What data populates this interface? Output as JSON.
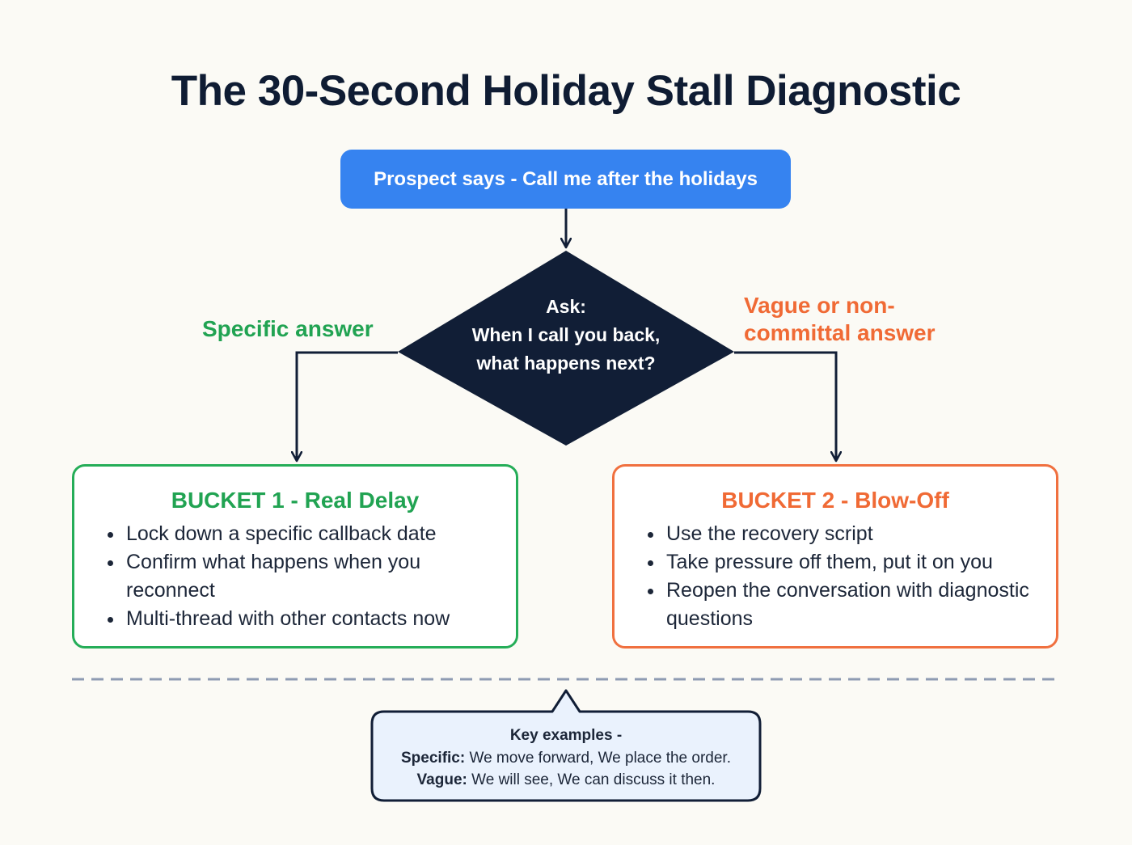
{
  "title": "The 30-Second Holiday Stall Diagnostic",
  "start": {
    "label": "Prospect says - Call me after the holidays"
  },
  "decision": {
    "prompt": "Ask:",
    "question": "When I call you back, what happens next?"
  },
  "branches": {
    "left_label": "Specific answer",
    "right_label": "Vague or non-committal answer"
  },
  "buckets": [
    {
      "title": "BUCKET 1 - Real Delay",
      "items": [
        "Lock down a specific callback date",
        "Confirm what happens when you reconnect",
        "Multi-thread with other contacts now"
      ]
    },
    {
      "title": "BUCKET 2 - Blow-Off",
      "items": [
        "Use the recovery script",
        "Take pressure off them, put it on you",
        "Reopen the conversation with diagnostic questions"
      ]
    }
  ],
  "examples": {
    "heading": "Key examples -",
    "specific_label": "Specific:",
    "specific_text": "We move forward, We place the order.",
    "vague_label": "Vague:",
    "vague_text": "We will see, We can discuss it then."
  },
  "colors": {
    "background": "#fbfaf5",
    "title": "#0f1c33",
    "start_box": "#3683f0",
    "decision": "#111e36",
    "specific": "#21a352",
    "vague": "#f06a35",
    "divider": "#8e9bb2",
    "callout_fill": "#eaf2fd"
  }
}
